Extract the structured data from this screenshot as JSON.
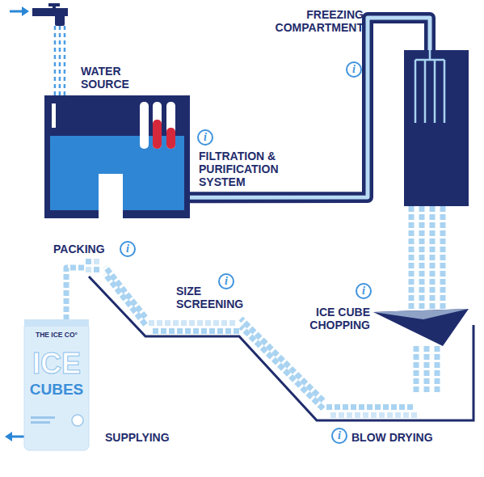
{
  "diagram": {
    "nodes": [
      {
        "text": [
          "WATER SOURCE"
        ]
      },
      {
        "text": [
          "FILTRATION & PURIFICATION SYSTEM"
        ]
      },
      {
        "text": [
          "FREEZING COMPARTMENT"
        ]
      },
      {
        "text": [
          "ICE CUBE CHOPPING"
        ]
      },
      {
        "text": [
          "BLOW DRYING"
        ]
      },
      {
        "text": [
          "SIZE SCREENING"
        ]
      },
      {
        "text": [
          "PACKING"
        ]
      },
      {
        "text": [
          "THE ICE CO°",
          "ICE",
          "CUBES",
          "SUPPLYING"
        ]
      }
    ],
    "edges": [
      {
        "from": 0,
        "to": 1,
        "arrow": "none"
      },
      {
        "from": 1,
        "to": 2,
        "arrow": "none"
      },
      {
        "from": 2,
        "to": 3,
        "arrow": "none"
      },
      {
        "from": 3,
        "to": 4,
        "arrow": "none"
      },
      {
        "from": 4,
        "to": 5,
        "arrow": "none"
      },
      {
        "from": 5,
        "to": 6,
        "arrow": "none"
      },
      {
        "from": 6,
        "to": 7,
        "arrow": "none"
      }
    ],
    "labels": [
      "i",
      "i",
      "i",
      "i",
      "i",
      "i"
    ]
  }
}
